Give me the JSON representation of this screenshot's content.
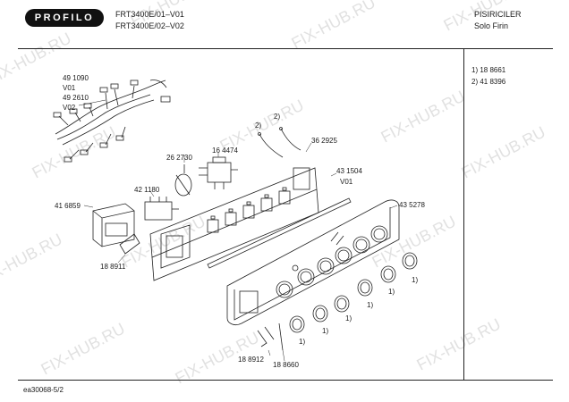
{
  "header": {
    "brand": "PROFILO",
    "model_line_1": "FRT3400E/01–V01",
    "model_line_2": "FRT3400E/02–V02",
    "category": "PISIRICILER",
    "subcategory": "Solo Firin"
  },
  "legend": {
    "item_1": "1)  18 8661",
    "item_2": "2)  41 8396"
  },
  "footer": {
    "doc_id": "ea30068-5/2"
  },
  "watermark": "FIX-HUB.RU",
  "parts": {
    "p491090": "49 1090",
    "v01_a": "V01",
    "p492610": "49 2610",
    "v02": "V02",
    "p262730": "26 2730",
    "p164474": "16 4474",
    "p362925": "36 2925",
    "p431504": "43 1504",
    "v01_b": "V01",
    "p416859": "41 6859",
    "p421180": "42 1180",
    "p435278": "43 5278",
    "p188911": "18 8911",
    "p188912": "18 8912",
    "p188660": "18 8660",
    "ref1": "1)",
    "ref2": "2)"
  }
}
